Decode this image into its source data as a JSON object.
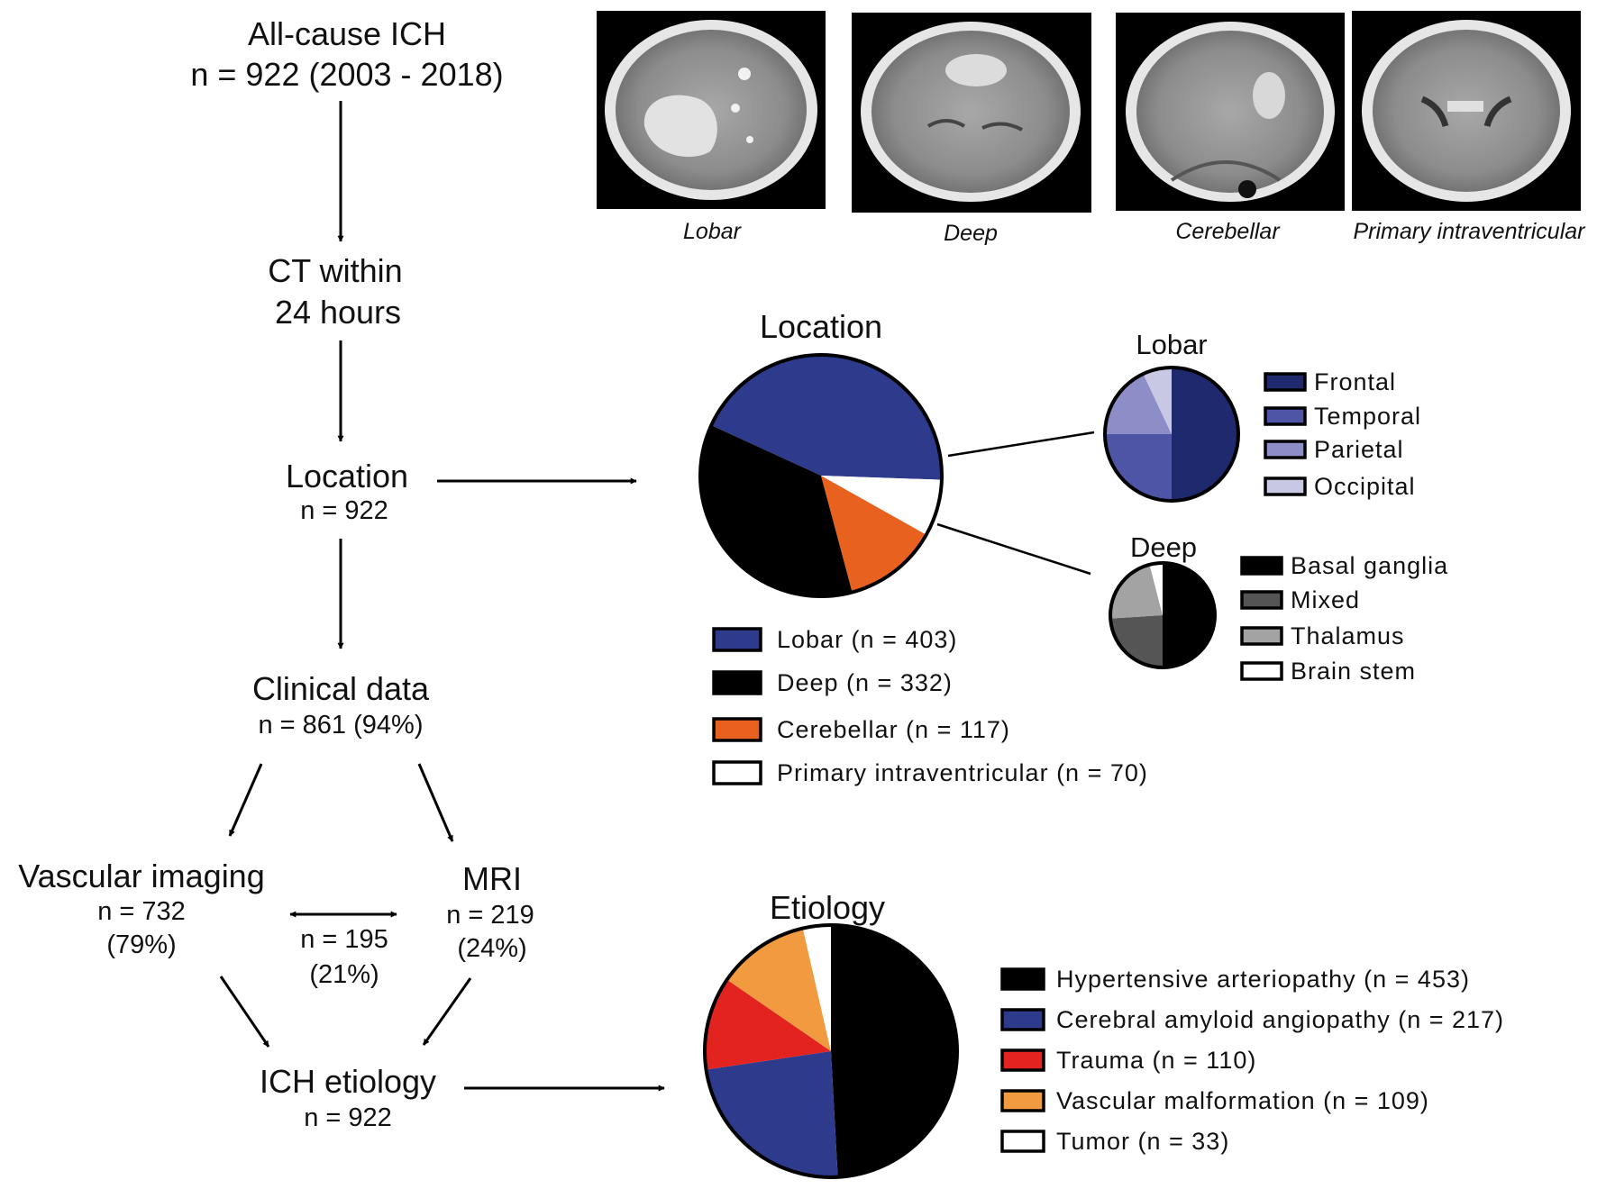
{
  "flow": {
    "all_cause_title": "All-cause ICH",
    "all_cause_n": "n = 922 (2003 - 2018)",
    "ct_line1": "CT within",
    "ct_line2": "24 hours",
    "location_title": "Location",
    "location_n": "n = 922",
    "clinical_title": "Clinical data",
    "clinical_n": "n = 861 (94%)",
    "vascular_title": "Vascular imaging",
    "vascular_n": "n = 732",
    "vascular_pct": "(79%)",
    "overlap_n": "n = 195",
    "overlap_pct": "(21%)",
    "mri_title": "MRI",
    "mri_n": "n = 219",
    "mri_pct": "(24%)",
    "etiology_title": "ICH etiology",
    "etiology_n": "n = 922"
  },
  "scans": [
    {
      "label": "Lobar"
    },
    {
      "label": "Deep"
    },
    {
      "label": "Cerebellar"
    },
    {
      "label": "Primary intraventricular"
    }
  ],
  "chart_data": [
    {
      "type": "pie",
      "title": "Location",
      "slices": [
        {
          "label": "Lobar (n = 403)",
          "value": 403,
          "color": "#2e3a8c"
        },
        {
          "label": "Deep (n = 332)",
          "value": 332,
          "color": "#000000"
        },
        {
          "label": "Cerebellar (n = 117)",
          "value": 117,
          "color": "#e8611e"
        },
        {
          "label": "Primary intraventricular (n = 70)",
          "value": 70,
          "color": "#ffffff"
        }
      ]
    },
    {
      "type": "pie",
      "title": "Lobar",
      "slices": [
        {
          "label": "Frontal",
          "value": 50,
          "color": "#1f2a6e"
        },
        {
          "label": "Temporal",
          "value": 25,
          "color": "#4e55a6"
        },
        {
          "label": "Parietal",
          "value": 18,
          "color": "#8d8ec7"
        },
        {
          "label": "Occipital",
          "value": 7,
          "color": "#c9c8e4"
        }
      ]
    },
    {
      "type": "pie",
      "title": "Deep",
      "slices": [
        {
          "label": "Basal ganglia",
          "value": 50,
          "color": "#000000"
        },
        {
          "label": "Mixed",
          "value": 24,
          "color": "#555555"
        },
        {
          "label": "Thalamus",
          "value": 22,
          "color": "#a3a3a3"
        },
        {
          "label": "Brain stem",
          "value": 4,
          "color": "#ffffff"
        }
      ]
    },
    {
      "type": "pie",
      "title": "Etiology",
      "slices": [
        {
          "label": "Hypertensive arteriopathy (n = 453)",
          "value": 453,
          "color": "#000000"
        },
        {
          "label": "Cerebral amyloid angiopathy (n = 217)",
          "value": 217,
          "color": "#2e3a8c"
        },
        {
          "label": "Trauma (n = 110)",
          "value": 110,
          "color": "#e2231f"
        },
        {
          "label": "Vascular malformation (n = 109)",
          "value": 109,
          "color": "#f29a3f"
        },
        {
          "label": "Tumor (n = 33)",
          "value": 33,
          "color": "#ffffff"
        }
      ]
    }
  ]
}
